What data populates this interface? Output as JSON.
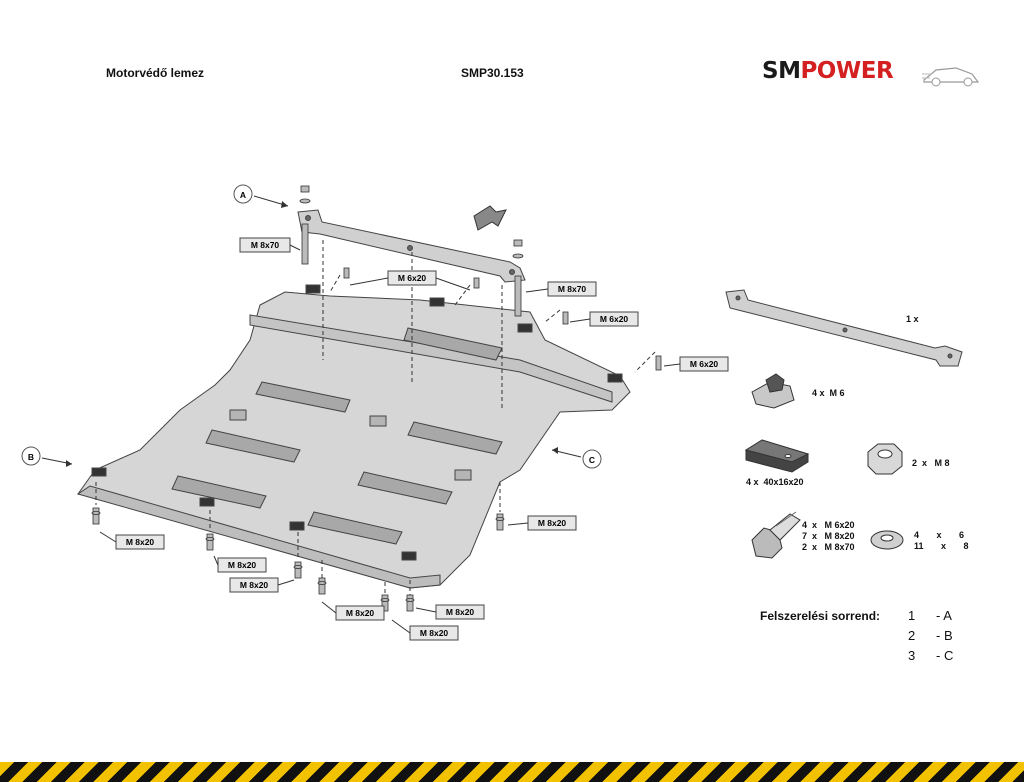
{
  "header": {
    "title": "Motorvédő lemez",
    "code": "SMP30.153",
    "logo_part1": "SM",
    "logo_part2": "POWER"
  },
  "callouts": {
    "a": "A",
    "b": "B",
    "c": "C"
  },
  "bolt_labels": [
    "M 8x70",
    "M 6x20",
    "M 8x70",
    "M 6x20",
    "M 6x20",
    "M 8x20",
    "M 8x20",
    "M 8x20",
    "M 8x20",
    "M 8x20",
    "M 8x20",
    "M 8x20"
  ],
  "parts_list": {
    "bracket_qty": "1 x",
    "cage_nut": "4 x  M 6",
    "spacer": "4 x  40x16x20",
    "nut": "2  x   M 8",
    "bolts": "4  x   M 6x20\n7  x   M 8x20\n2  x   M 8x70",
    "washers": "4       x       6\n11       x       8"
  },
  "sequence": {
    "title": "Felszerelési sorrend:",
    "rows": [
      {
        "num": "1",
        "letter": "- A"
      },
      {
        "num": "2",
        "letter": "- B"
      },
      {
        "num": "3",
        "letter": "- C"
      }
    ]
  },
  "colors": {
    "plate": "#d6d6d6",
    "logo_red": "#d42020",
    "stripe_yellow": "#f2c200"
  }
}
